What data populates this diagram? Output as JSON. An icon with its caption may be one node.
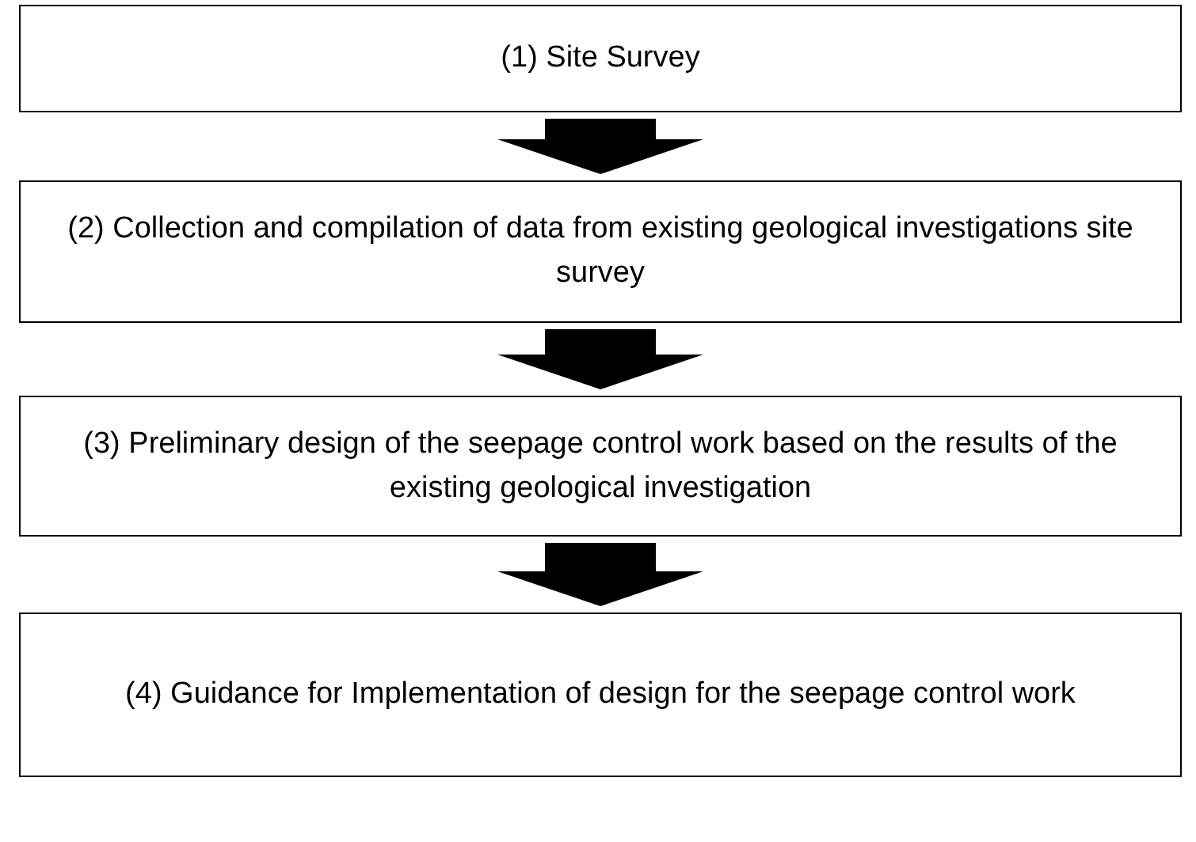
{
  "diagram": {
    "nodes": [
      {
        "text": [
          "(1) Site Survey"
        ]
      },
      {
        "text": [
          "(2) Collection and compilation of data from existing geological investigations site survey"
        ]
      },
      {
        "text": [
          "(3) Preliminary design of the seepage control work based on the results of the existing geological investigation"
        ]
      },
      {
        "text": [
          "(4) Guidance for Implementation of design for the seepage control work"
        ]
      }
    ],
    "edges": [
      {
        "from": 0,
        "to": 1,
        "arrow": "to"
      },
      {
        "from": 1,
        "to": 2,
        "arrow": "to"
      },
      {
        "from": 2,
        "to": 3,
        "arrow": "to"
      }
    ]
  }
}
